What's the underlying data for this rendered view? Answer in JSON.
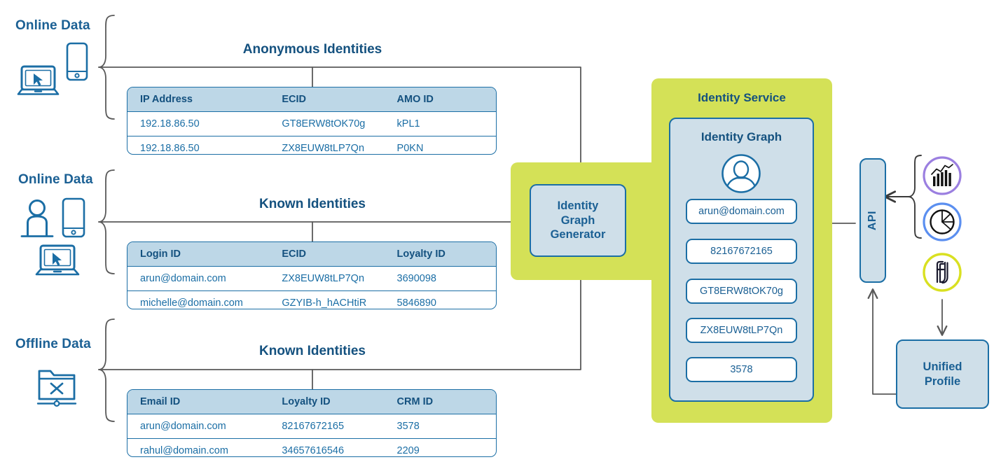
{
  "diagram": {
    "title": "Identity Service identity graph flow",
    "colors": {
      "blue_dark": "#14517f",
      "blue": "#1b6ea5",
      "blue_fill": "#cfdfe9",
      "header_fill": "#bdd7e7",
      "green_panel": "#d4e157",
      "arrow": "#595959",
      "purple_ring": "#9b7fe0",
      "blue_ring": "#5b8ff0",
      "lime_ring": "#d9e021"
    }
  },
  "sources": [
    {
      "label": "Online Data",
      "icons": [
        "laptop-cursor-icon",
        "smartphone-icon"
      ],
      "section_title": "Anonymous Identities",
      "table": {
        "columns": [
          "IP Address",
          "ECID",
          "AMO ID"
        ],
        "rows": [
          [
            "192.18.86.50",
            "GT8ERW8tOK70g",
            "kPL1"
          ],
          [
            "192.18.86.50",
            "ZX8EUW8tLP7Qn",
            "P0KN"
          ]
        ]
      }
    },
    {
      "label": "Online Data",
      "icons": [
        "person-icon",
        "smartphone-icon",
        "laptop-cursor-icon"
      ],
      "section_title": "Known Identities",
      "table": {
        "columns": [
          "Login ID",
          "ECID",
          "Loyalty ID"
        ],
        "rows": [
          [
            "arun@domain.com",
            "ZX8EUW8tLP7Qn",
            "3690098"
          ],
          [
            "michelle@domain.com",
            "GZYIB-h_hACHtiR",
            "5846890"
          ]
        ]
      }
    },
    {
      "label": "Offline Data",
      "icons": [
        "folder-x-network-icon"
      ],
      "section_title": "Known Identities",
      "table": {
        "columns": [
          "Email ID",
          "Loyalty ID",
          "CRM ID"
        ],
        "rows": [
          [
            "arun@domain.com",
            "82167672165",
            "3578"
          ],
          [
            "rahul@domain.com",
            "34657616546",
            "2209"
          ]
        ]
      }
    }
  ],
  "generator": {
    "label": "Identity Graph Generator",
    "line1": "Identity",
    "line2": "Graph",
    "line3": "Generator"
  },
  "identity_service": {
    "title": "Identity Service",
    "graph": {
      "title": "Identity Graph",
      "avatar_icon": "person-avatar-icon",
      "chips": [
        "arun@domain.com",
        "82167672165",
        "GT8ERW8tOK70g",
        "ZX8EUW8tLP7Qn",
        "3578"
      ]
    }
  },
  "api": {
    "label": "API"
  },
  "consumers": [
    {
      "name": "bar-chart-icon",
      "ring_color": "#9b7fe0"
    },
    {
      "name": "pie-chart-icon",
      "ring_color": "#5b8ff0"
    },
    {
      "name": "brand-logo-icon",
      "ring_color": "#d9e021"
    }
  ],
  "unified_profile": {
    "line1": "Unified",
    "line2": "Profile"
  }
}
